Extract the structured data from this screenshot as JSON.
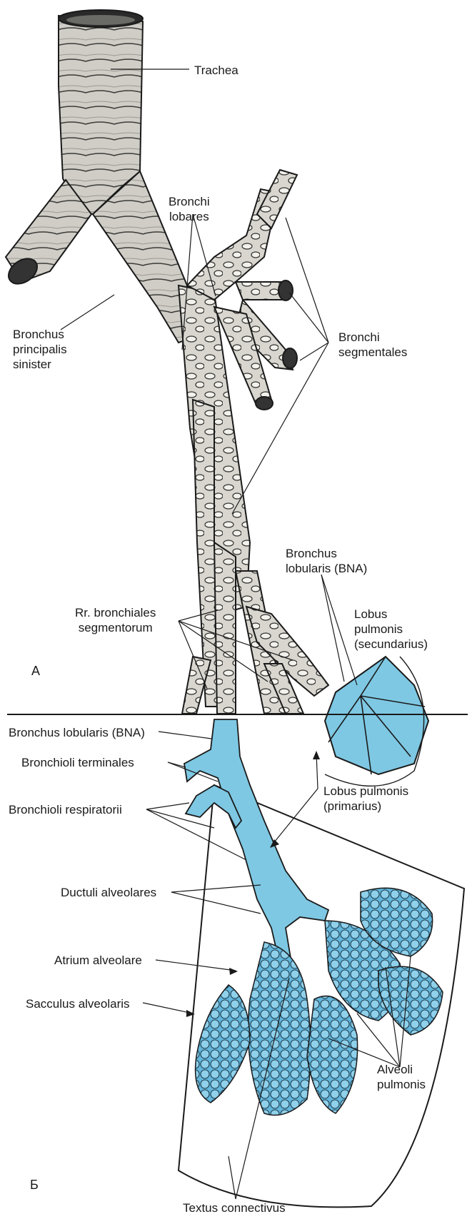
{
  "panel_a": {
    "marker": "А",
    "trachea": "Trachea",
    "bronchi_lobares": [
      "Bronchi",
      "lobares"
    ],
    "bronchi_segmentales": [
      "Bronchi",
      "segmentales"
    ],
    "bronchus_principalis_sinister": [
      "Bronchus",
      "principalis",
      "sinister"
    ],
    "bronchus_lobularis": [
      "Bronchus",
      "lobularis (BNA)"
    ],
    "lobus_secundarius": [
      "Lobus",
      "pulmonis",
      "(secundarius)"
    ],
    "rr_bronchiales": [
      "Rr. bronchiales",
      "segmentorum"
    ]
  },
  "panel_b": {
    "marker": "Б",
    "bronchus_lobularis": "Bronchus lobularis (BNA)",
    "bronchioli_terminales": "Bronchioli terminales",
    "lobus_primarius": [
      "Lobus pulmonis",
      "(primarius)"
    ],
    "bronchioli_respiratorii": "Bronchioli respiratorii",
    "ductuli_alveolares": "Ductuli alveolares",
    "atrium_alveolare": "Atrium alveolare",
    "sacculus_alveolaris": "Sacculus alveolaris",
    "alveoli_pulmonis": [
      "Alveoli",
      "pulmonis"
    ],
    "textus_connectivus": "Textus connectivus"
  },
  "colors": {
    "cartilage": "#c9c7c0",
    "cartilage_dark": "#8f8d86",
    "lumen_blue": "#7ec8e3",
    "line": "#1a1a1a"
  }
}
